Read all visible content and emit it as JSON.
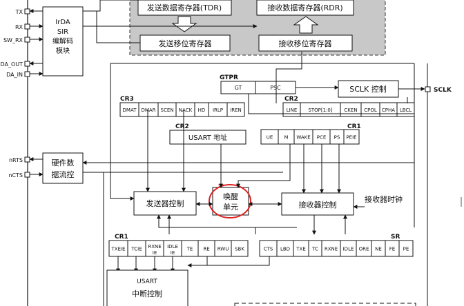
{
  "pins": {
    "tx": "TX",
    "rx": "RX",
    "sw_rx": "SW_RX",
    "irda_out": "DA_OUT",
    "irda_in": "DA_IN",
    "nrts": "nRTS",
    "ncts": "nCTS",
    "sclk": "SCLK"
  },
  "irda_block": {
    "line1": "IrDA",
    "line2": "SIR",
    "line3": "编解码",
    "line4": "模块"
  },
  "hw_flow": {
    "line1": "硬件数",
    "line2": "据流控"
  },
  "registers": {
    "tdr": "发送数据寄存器(TDR)",
    "rdr": "接收数据寄存器(RDR)",
    "tx_shift": "发送移位寄存器",
    "rx_shift": "接收移位寄存器"
  },
  "gtpr": {
    "title": "GTPR",
    "gt": "GT",
    "psc": "PSC"
  },
  "sclk_ctrl": "SCLK 控制",
  "cr3": {
    "title": "CR3",
    "bits": [
      "DMAT",
      "DMAR",
      "SCEN",
      "NACK",
      "HD",
      "IRLP",
      "IREN"
    ]
  },
  "cr2_top": {
    "title": "CR2",
    "bits": [
      "LINE",
      "STOP[1:0]",
      "CKEN",
      "CPOL",
      "CPHA",
      "LBCL"
    ]
  },
  "cr2_addr": {
    "title": "CR2",
    "label": "USART 地址"
  },
  "cr1_top": {
    "title": "CR1",
    "bits": [
      "UE",
      "M",
      "WAKE",
      "PCE",
      "PS",
      "PEIE"
    ]
  },
  "tx_ctrl": "发送器控制",
  "wakeup": {
    "line1": "唤醒",
    "line2": "单元"
  },
  "rx_ctrl": "接收器控制",
  "rx_clock": "接收器时钟",
  "cr1_bottom": {
    "title": "CR1",
    "bits": [
      {
        "l1": "TXEIE",
        "l2": ""
      },
      {
        "l1": "TCIE",
        "l2": ""
      },
      {
        "l1": "RXNE",
        "l2": "IE"
      },
      {
        "l1": "IDLE",
        "l2": "IE"
      },
      {
        "l1": "TE",
        "l2": ""
      },
      {
        "l1": "RE",
        "l2": ""
      },
      {
        "l1": "RWU",
        "l2": ""
      },
      {
        "l1": "SBK",
        "l2": ""
      }
    ]
  },
  "sr": {
    "title": "SR",
    "bits": [
      "CTS",
      "LBD",
      "TXE",
      "TC",
      "RXNE",
      "IDLE",
      "ORE",
      "NE",
      "FE",
      "PE"
    ]
  },
  "usart_int": {
    "line1": "USART",
    "line2": "中断控制"
  },
  "colors": {
    "shaded_area": "#c8c8c8",
    "annotation_circle": "#e02020"
  }
}
